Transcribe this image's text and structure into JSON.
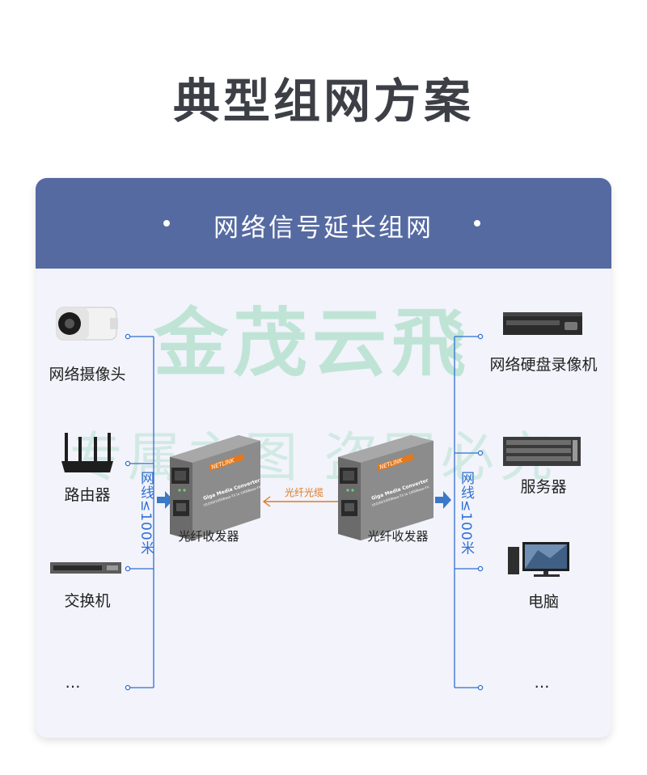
{
  "title": "典型组网方案",
  "section_title": "网络信号延长组网",
  "left_devices": [
    "网络摄像头",
    "路由器",
    "交换机",
    "…"
  ],
  "right_devices": [
    "网络硬盘录像机",
    "服务器",
    "电脑",
    "…"
  ],
  "cable_limit_left": "网线≤100米",
  "cable_limit_right": "网线≤100米",
  "converter_left_label": "光纤收发器",
  "converter_right_label": "光纤收发器",
  "fiber_label": "光纤光缆",
  "converter_brand": "NETLINK",
  "converter_model_text": "Giga Media Converter",
  "converter_spec_text": "10/100/1000Base-TX to 1000Base-FX",
  "watermark_brand": "金茂云飛",
  "watermark_sub": "专属主图  盗图必究",
  "colors": {
    "header_bg": "#566aa2",
    "line_blue": "#2f6fd0",
    "fiber_orange": "#e07a1f",
    "card_bg": "#f2f3fb",
    "watermark_green": "#3cbe78"
  }
}
